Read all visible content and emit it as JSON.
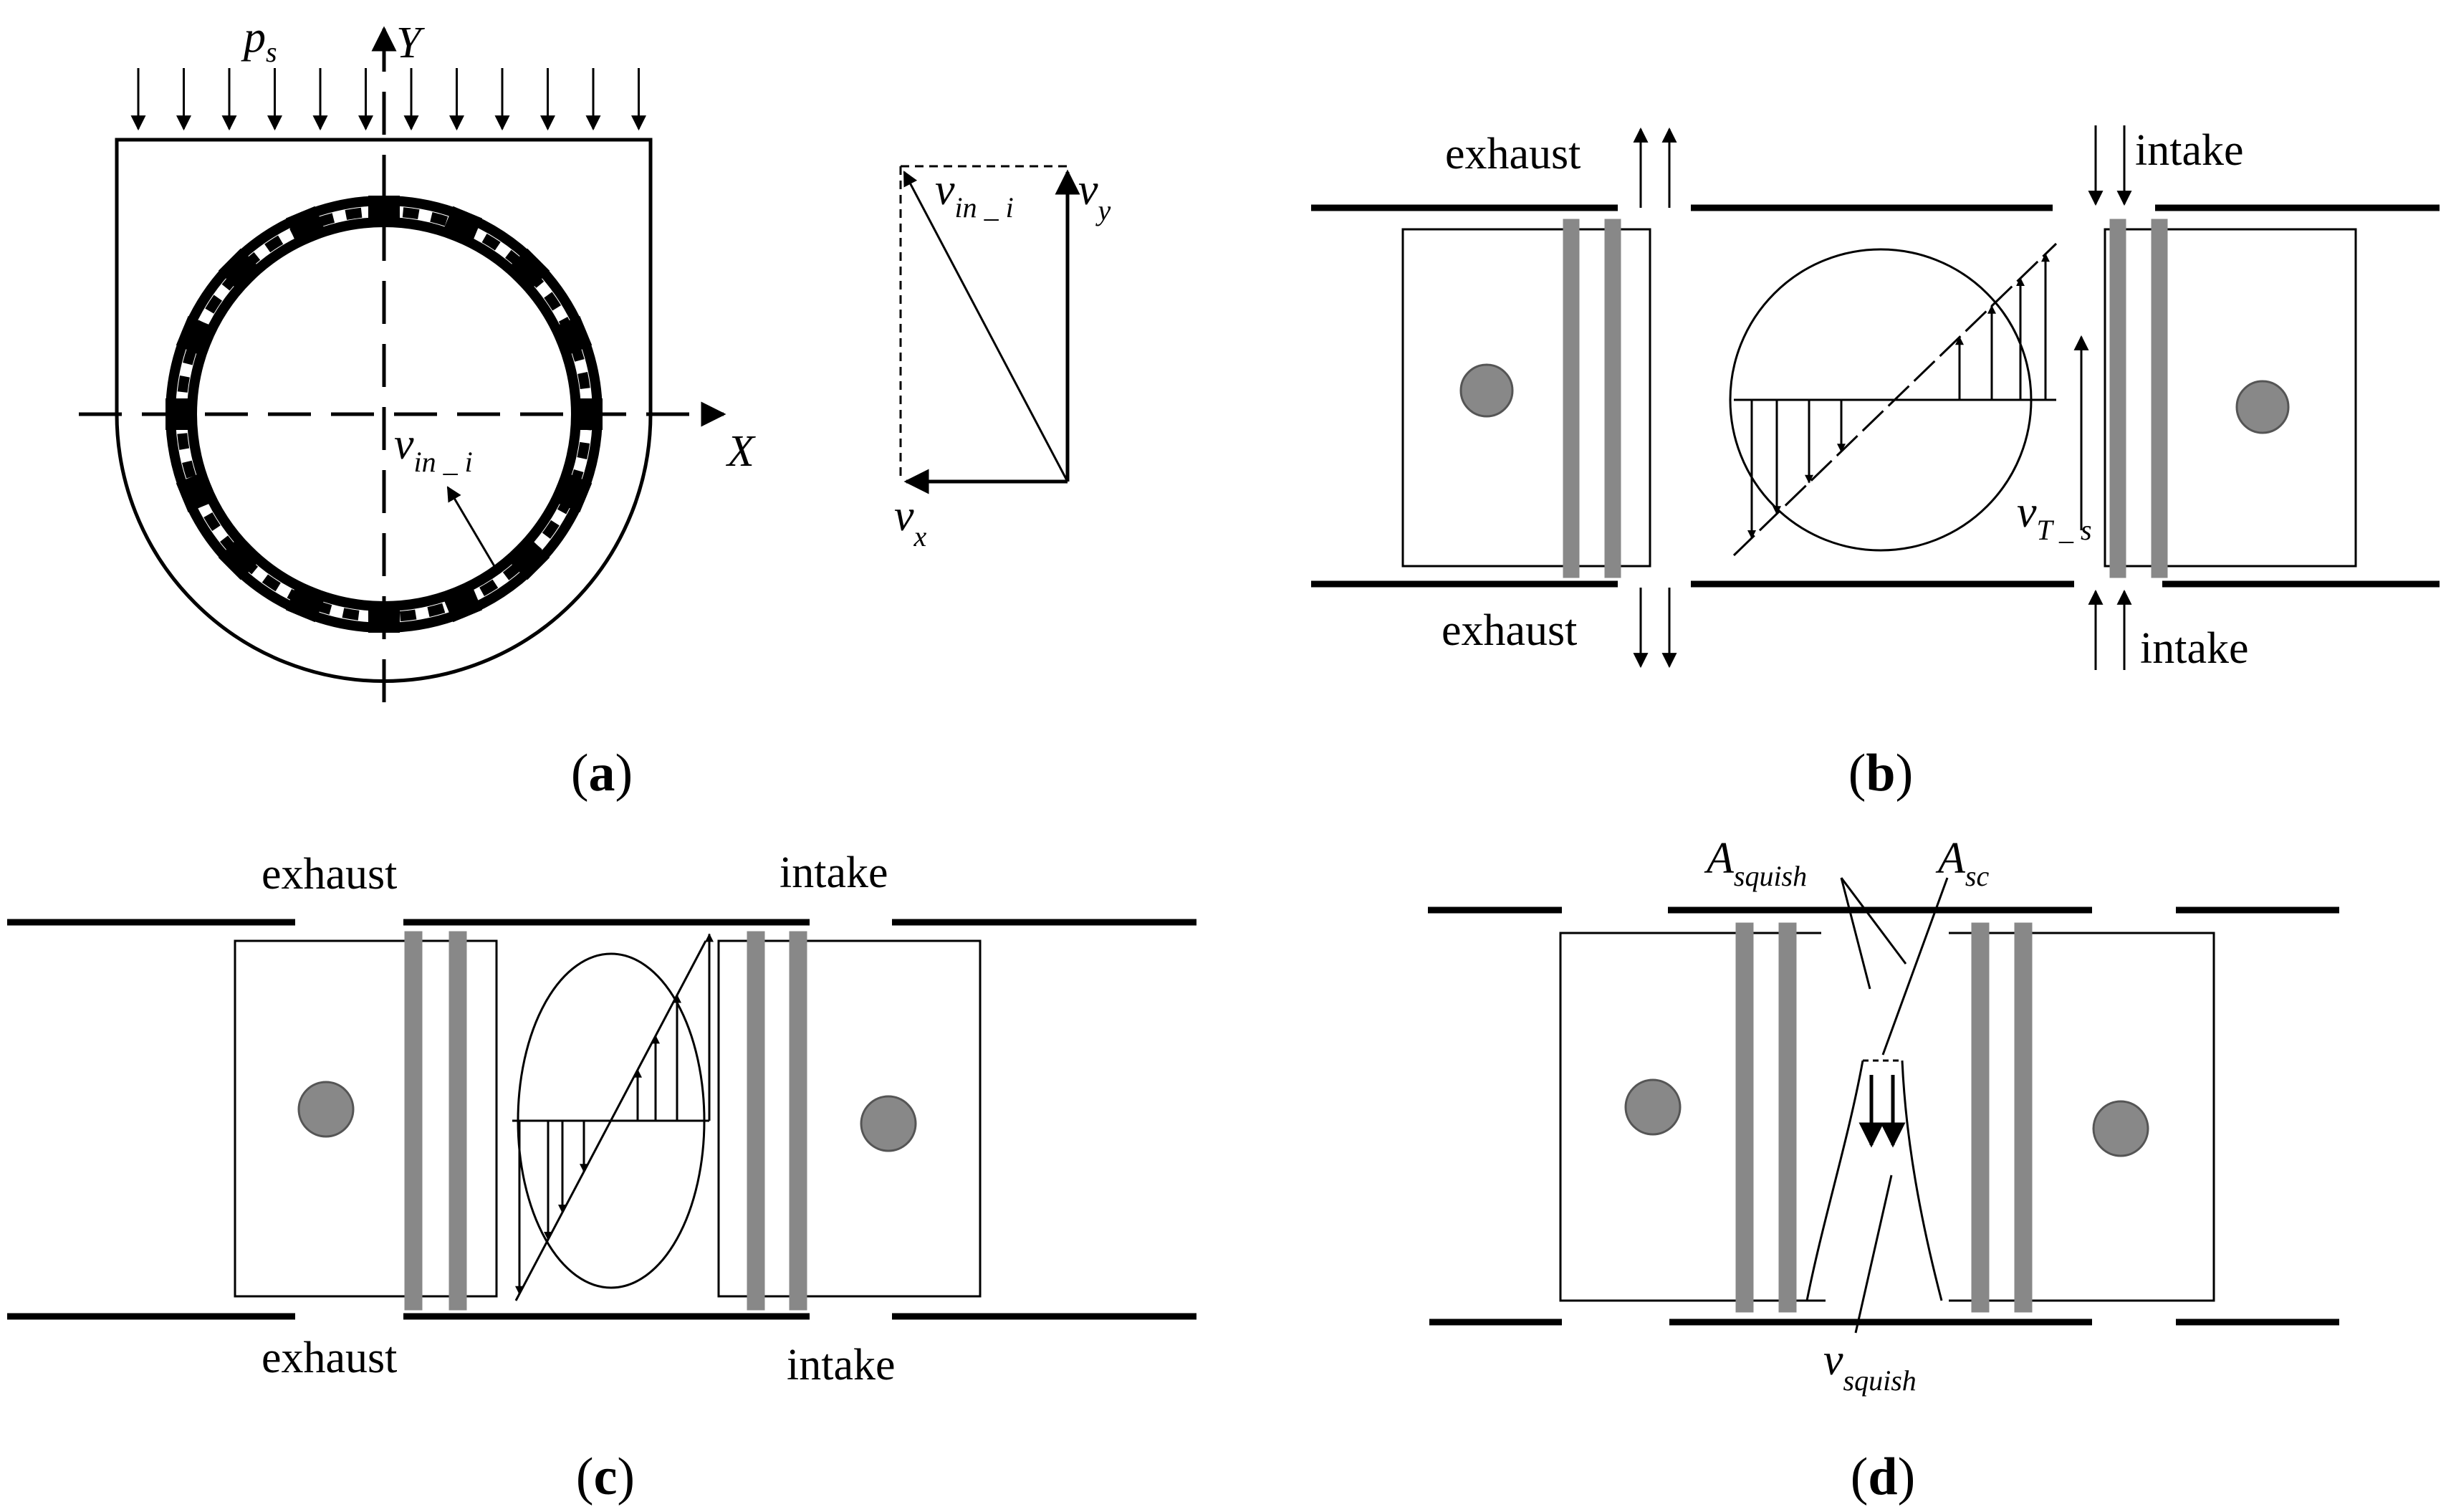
{
  "panel_a": {
    "pressure_label": "p",
    "pressure_sub": "s",
    "y_axis": "Y",
    "x_axis": "X",
    "inlet_velocity": "v",
    "inlet_velocity_sub": "in _ i",
    "vector_vin": "v",
    "vector_vin_sub": "in _ i",
    "vector_vy": "v",
    "vector_vy_sub": "y",
    "vector_vx": "v",
    "vector_vx_sub": "x",
    "caption_open": "(",
    "caption_letter": "a",
    "caption_close": ")"
  },
  "panel_b": {
    "exhaust_top": "exhaust",
    "exhaust_bottom": "exhaust",
    "intake_top": "intake",
    "intake_bottom": "intake",
    "tumble_velocity": "v",
    "tumble_velocity_sub": "T _ s",
    "caption_open": "(",
    "caption_letter": "b",
    "caption_close": ")"
  },
  "panel_c": {
    "exhaust_top": "exhaust",
    "exhaust_bottom": "exhaust",
    "intake_top": "intake",
    "intake_bottom": "intake",
    "caption_open": "(",
    "caption_letter": "c",
    "caption_close": ")"
  },
  "panel_d": {
    "squish_area": "A",
    "squish_area_sub": "squish",
    "sc_area": "A",
    "sc_area_sub": "sc",
    "squish_velocity": "v",
    "squish_velocity_sub": "squish",
    "caption_open": "(",
    "caption_letter": "d",
    "caption_close": ")"
  },
  "colors": {
    "line": "#000000",
    "piston_ring": "#888888",
    "pin": "#888888",
    "background": "#ffffff"
  }
}
